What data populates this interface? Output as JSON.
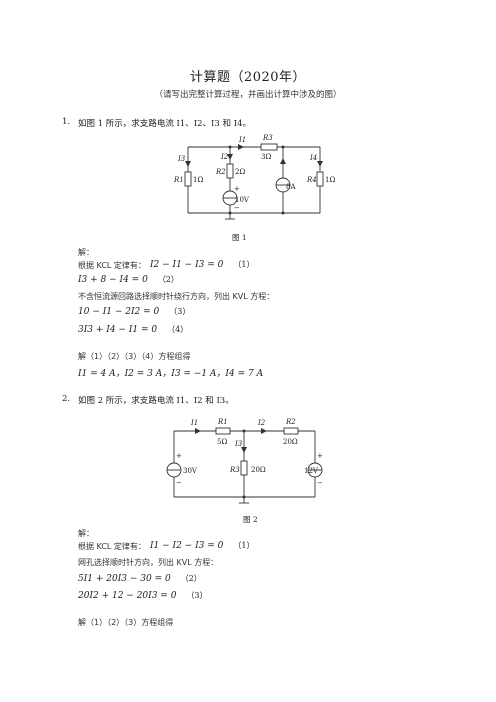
{
  "title": "计算题（2020年）",
  "subtitle": "（请写出完整计算过程，并画出计算中涉及的图）",
  "q1": {
    "number": "1.",
    "prompt": "如图 1 所示，求支路电流 I1、I2、I3 和 I4。",
    "figure": {
      "caption": "图 1",
      "labels": {
        "I1": "I1",
        "I2": "I2",
        "I3": "I3",
        "I4": "I4",
        "R1": "R1",
        "R2": "R2",
        "R3": "R3",
        "R4": "R4",
        "R1_val": "1Ω",
        "R2_val": "2Ω",
        "R3_val": "3Ω",
        "R4_val": "1Ω",
        "V": "10V",
        "A": "8A",
        "plus": "+",
        "minus": "−"
      }
    },
    "solution_label": "解：",
    "kcl_intro": "根据 KCL 定律有：",
    "eq1": "I2 − I1 − I3 = 0",
    "eq1_tag": "（1）",
    "eq2": "I3 + 8 − I4 = 0",
    "eq2_tag": "（2）",
    "kvl_intro": "不含恒流源回路选择顺时针绕行方向，列出 KVL 方程：",
    "eq3": "10 − I1 − 2I2 = 0",
    "eq3_tag": "（3）",
    "eq4": "3I3 + I4 − I1 = 0",
    "eq4_tag": "（4）",
    "solve_intro": "解（1）（2）（3）（4）方程组得",
    "result": "I1 = 4 A，I2 = 3 A，I3 = −1 A，I4 = 7 A"
  },
  "q2": {
    "number": "2.",
    "prompt": "如图 2 所示，求支路电流 I1、I2 和 I3。",
    "figure": {
      "caption": "图 2",
      "labels": {
        "I1": "I1",
        "I2": "I2",
        "I3": "I3",
        "R1": "R1",
        "R2": "R2",
        "R3": "R3",
        "R1_val": "5Ω",
        "R2_val": "20Ω",
        "R3_val": "20Ω",
        "V1": "30V",
        "V2": "12V",
        "plus": "+",
        "minus": "−"
      }
    },
    "solution_label": "解：",
    "kcl_intro": "根据 KCL 定律有：",
    "eq1": "I1 − I2 − I3 = 0",
    "eq1_tag": "（1）",
    "kvl_intro": "网孔选择顺时针方向，列出 KVL 方程：",
    "eq2": "5I1 + 20I3 − 30 = 0",
    "eq2_tag": "（2）",
    "eq3": "20I2 + 12 − 20I3 = 0",
    "eq3_tag": "（3）",
    "solve_intro": "解（1）（2）（3）方程组得"
  }
}
